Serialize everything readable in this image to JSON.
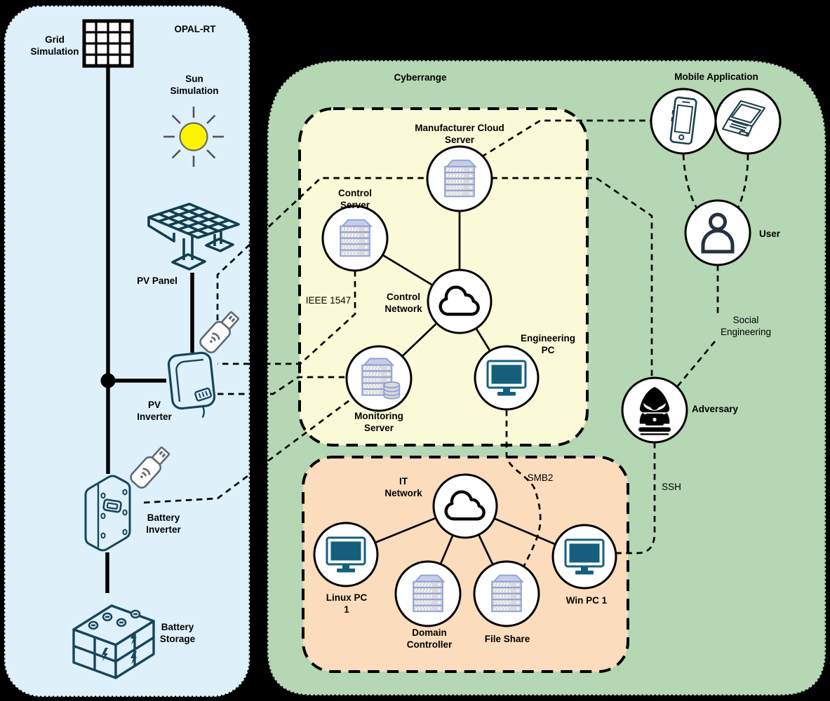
{
  "colors": {
    "background": "#000000",
    "opal_panel": "#def0fa",
    "cyberrange_panel": "#b5d7b3",
    "control_zone_panel": "#fafad8",
    "it_zone_panel": "#fbdcbd",
    "node_fill": "#ffffff",
    "line": "#000000",
    "device_teal": "#155f7d",
    "outline_teal": "#17455c",
    "server_border": "#8e9ed8",
    "sun_yellow": "#fef400"
  },
  "opal": {
    "title": "OPAL-RT",
    "grid_simulation": {
      "line1": "Grid",
      "line2": "Simulation",
      "icon": "grid-icon"
    },
    "sun_simulation": {
      "line1": "Sun",
      "line2": "Simulation",
      "icon": "sun-icon"
    },
    "pv_panel": {
      "label": "PV Panel",
      "icon": "solar-panel-icon"
    },
    "pv_inverter": {
      "line1": "PV",
      "line2": "Inverter",
      "icon": "inverter-box-icon"
    },
    "battery_inverter": {
      "line1": "Battery",
      "line2": "Inverter",
      "icon": "battery-inverter-icon"
    },
    "battery_storage": {
      "line1": "Battery",
      "line2": "Storage",
      "icon": "battery-bank-icon"
    },
    "wifi_dongle_icon": "wifi-usb-dongle-icon"
  },
  "cyberrange": {
    "title": "Cyberrange",
    "control_zone": {
      "manufacturer_cloud_server": {
        "line1": "Manufacturer Cloud",
        "line2": "Server",
        "icon": "server-stack-icon"
      },
      "control_server": {
        "line1": "Control",
        "line2": "Server",
        "icon": "server-stack-icon"
      },
      "control_network": {
        "line1": "Control",
        "line2": "Network",
        "icon": "cloud-icon"
      },
      "monitoring_server": {
        "line1": "Monitoring",
        "line2": "Server",
        "icon": "server-database-icon"
      },
      "engineering_pc": {
        "line1": "Engineering",
        "line2": "PC",
        "icon": "monitor-icon"
      }
    },
    "it_zone": {
      "it_network": {
        "line1": "IT",
        "line2": "Network",
        "icon": "cloud-icon"
      },
      "linux_pc_1": {
        "line1": "Linux PC",
        "line2": "1",
        "icon": "monitor-icon"
      },
      "domain_controller": {
        "line1": "Domain",
        "line2": "Controller",
        "icon": "server-stack-icon"
      },
      "file_share": {
        "label": "File Share",
        "icon": "server-stack-icon"
      },
      "win_pc_1": {
        "label": "Win PC 1",
        "icon": "monitor-icon"
      }
    },
    "mobile_application": {
      "title": "Mobile Application",
      "icons": [
        "smartphone-icon",
        "laptop-icon"
      ]
    },
    "user": {
      "label": "User",
      "icon": "person-icon"
    },
    "adversary": {
      "label": "Adversary",
      "icon": "hacker-icon"
    },
    "links": {
      "ieee_1547": "IEEE 1547",
      "smb2": "SMB2",
      "ssh": "SSH",
      "social_engineering": {
        "line1": "Social",
        "line2": "Engineering"
      }
    }
  }
}
